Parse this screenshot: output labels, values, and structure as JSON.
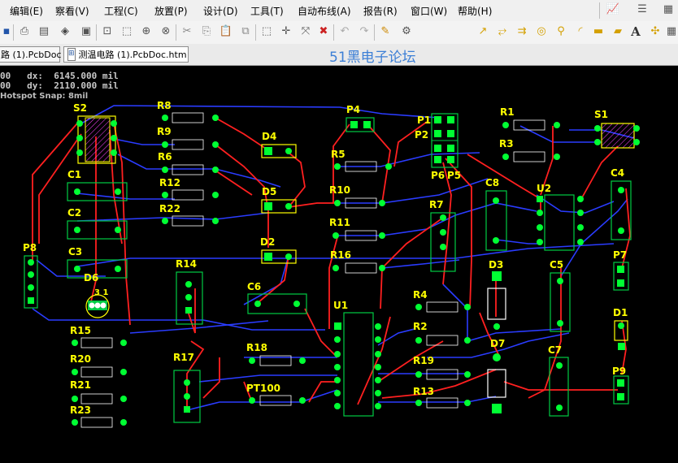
{
  "menu": {
    "items": [
      "编辑(E)",
      "察看(V)",
      "工程(C)",
      "放置(P)",
      "设计(D)",
      "工具(T)",
      "自动布线(A)",
      "报告(R)",
      "窗口(W)",
      "帮助(H)"
    ]
  },
  "tabs": [
    {
      "label": "路 (1).PcbDoc"
    },
    {
      "label": "测温电路 (1).PcbDoc.htm"
    }
  ],
  "forum_title": "51黑电子论坛",
  "status": {
    "line1": "00   dx:  6145.000 mil",
    "line2": "00   dy:  2110.000 mil",
    "snap": "Hotspot Snap: 8mil"
  },
  "colors": {
    "board_bg": "#000000",
    "top_trace": "#ff2020",
    "bottom_trace": "#2a3cff",
    "pad": "#00ff33",
    "silkscreen": "#ffff00",
    "component_outline": "#00cc44"
  },
  "components": {
    "S2": "S2",
    "R8": "R8",
    "R9": "R9",
    "R6": "R6",
    "D4": "D4",
    "P4": "P4",
    "P1": "P1",
    "P2": "P2",
    "R1": "R1",
    "S1": "S1",
    "R3": "R3",
    "R5": "R5",
    "P6": "P6",
    "P5": "P5",
    "C8": "C8",
    "U2": "U2",
    "C4": "C4",
    "C1": "C1",
    "R12": "R12",
    "D5": "D5",
    "R10": "R10",
    "R7": "R7",
    "C2": "C2",
    "R22": "R22",
    "R11": "R11",
    "C3": "C3",
    "D2": "D2",
    "P8": "P8",
    "R14": "R14",
    "R16": "R16",
    "D3": "D3",
    "C5": "C5",
    "P7": "P7",
    "D6": "D6",
    "C6": "C6",
    "U1": "U1",
    "R4": "R4",
    "D1": "D1",
    "R15": "R15",
    "R2": "R2",
    "D7": "D7",
    "C7": "C7",
    "R20": "R20",
    "R17": "R17",
    "R18": "R18",
    "R19": "R19",
    "P9": "P9",
    "R21": "R21",
    "PT100": "PT100",
    "R13": "R13",
    "R23": "R23",
    "D6_pins": "3 1"
  }
}
